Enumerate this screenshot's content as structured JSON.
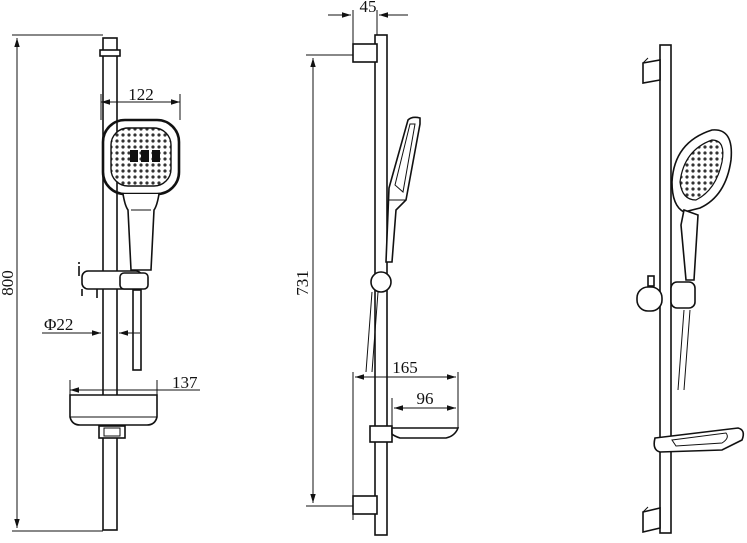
{
  "diagram": {
    "dimensions": {
      "overall_height": "800",
      "head_width": "122",
      "rail_diameter": "Φ22",
      "dish_width": "137",
      "wall_offset": "45",
      "rail_length": "731",
      "dish_projection": "165",
      "dish_depth": "96"
    }
  }
}
